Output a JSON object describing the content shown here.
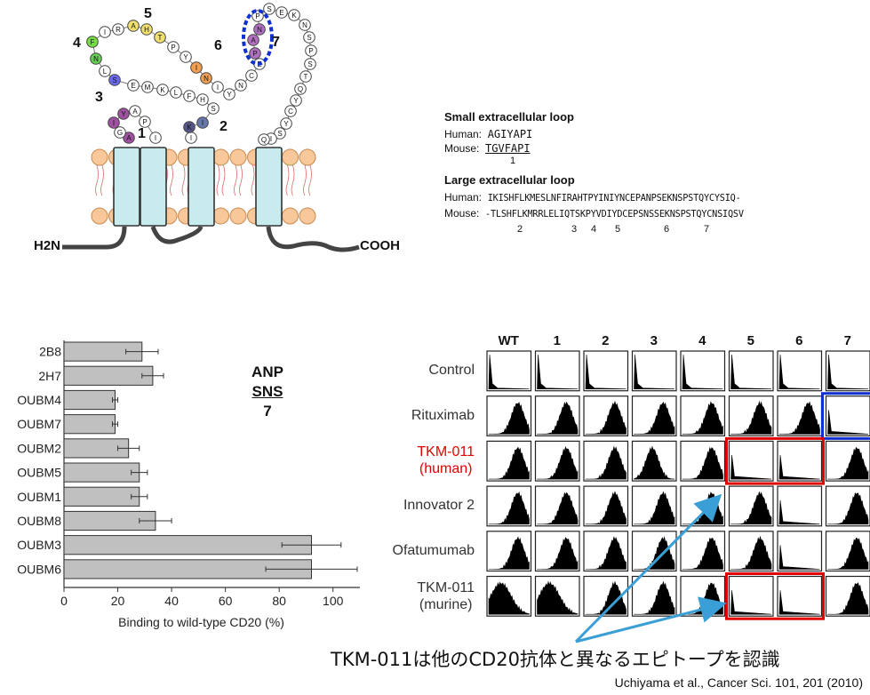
{
  "topology": {
    "h2n": "H2N",
    "cooh": "COOH",
    "region_labels": [
      "1",
      "2",
      "3",
      "4",
      "5",
      "6",
      "7"
    ]
  },
  "sequences": {
    "small_loop": {
      "title": "Small extracellular loop",
      "human_label": "Human:",
      "human_seq": "AGIYAPI",
      "mouse_label": "Mouse:",
      "mouse_seq": "TGVFAPI",
      "marker": "1"
    },
    "large_loop": {
      "title": "Large extracellular loop",
      "human_label": "Human:",
      "human_seq": "IKISHFLKMESLNFIRAHTPYINIYNCEPANPSEKNSPSTQYCYSIQ-",
      "mouse_label": "Mouse:",
      "mouse_seq": "-TLSHFLKMRRLELIQTSKPYVDIYDCEPSNSSEKNSPSTQYCNSIQSV",
      "markers": [
        "2",
        "3",
        "4",
        "5",
        "6",
        "7"
      ]
    }
  },
  "bar_chart": {
    "annotation": [
      "ANP",
      "SNS",
      "7"
    ],
    "chart_data": {
      "type": "bar",
      "orientation": "horizontal",
      "categories": [
        "2B8",
        "2H7",
        "OUBM4",
        "OUBM7",
        "OUBM2",
        "OUBM5",
        "OUBM1",
        "OUBM8",
        "OUBM3",
        "OUBM6"
      ],
      "values": [
        29,
        33,
        19,
        19,
        24,
        28,
        28,
        34,
        92,
        92
      ],
      "errors": [
        6,
        4,
        1,
        1,
        4,
        3,
        3,
        6,
        11,
        17
      ],
      "xlabel": "Binding to wild-type CD20 (%)",
      "xticks": [
        0,
        20,
        40,
        60,
        80,
        100
      ],
      "xlim": [
        0,
        110
      ]
    }
  },
  "histogram_grid": {
    "columns": [
      "WT",
      "1",
      "2",
      "3",
      "4",
      "5",
      "6",
      "7"
    ],
    "rows": [
      {
        "label": "Control",
        "sublabel": "",
        "color": "#333333"
      },
      {
        "label": "Rituximab",
        "sublabel": "",
        "color": "#333333"
      },
      {
        "label": "TKM-011",
        "sublabel": "(human)",
        "color": "#e00000"
      },
      {
        "label": "Innovator 2",
        "sublabel": "",
        "color": "#333333"
      },
      {
        "label": "Ofatumumab",
        "sublabel": "",
        "color": "#333333"
      },
      {
        "label": "TKM-011",
        "sublabel": "(murine)",
        "color": "#333333"
      }
    ]
  },
  "caption": "TKM-011は他のCD20抗体と異なるエピトープを認識",
  "citation": "Uchiyama et al., Cancer Sci. 101, 201 (2010)",
  "colors": {
    "highlight_red": "#e00000",
    "highlight_blue": "#1030d0",
    "arrow": "#3a9fd6",
    "bar_fill": "#c0c0c0"
  }
}
